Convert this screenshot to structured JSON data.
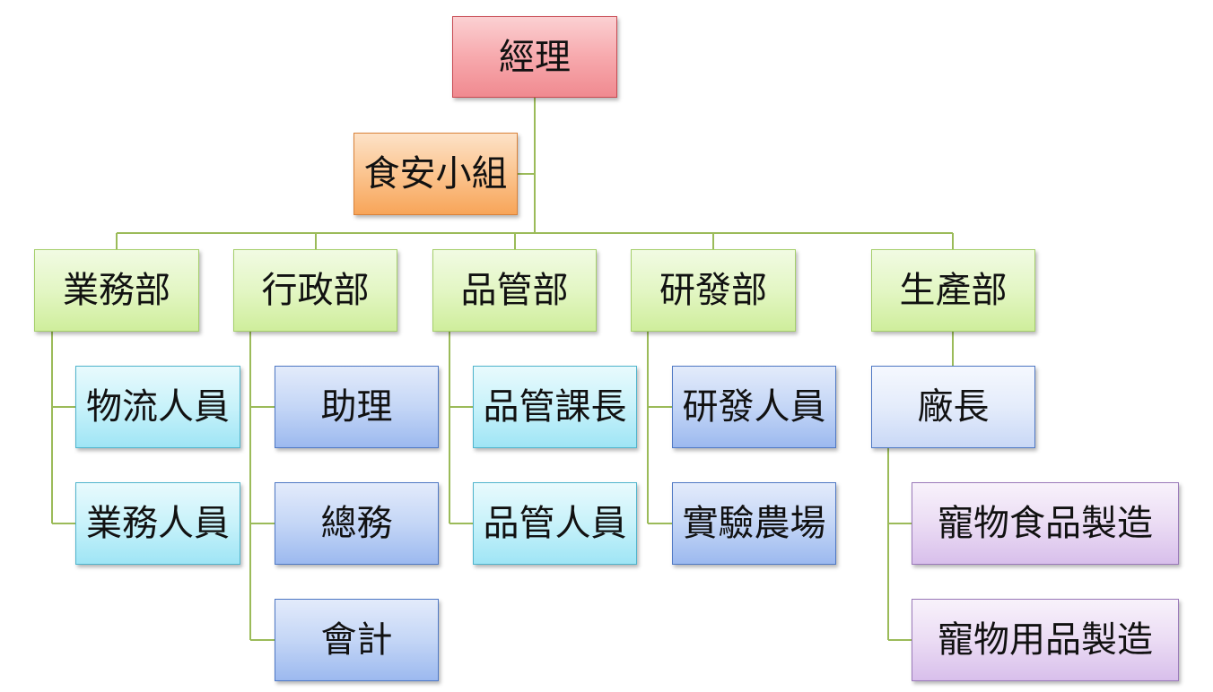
{
  "org_chart": {
    "root": {
      "label": "經理"
    },
    "assistant": {
      "label": "食安小組"
    },
    "departments": [
      {
        "label": "業務部",
        "children": [
          "物流人員",
          "業務人員"
        ]
      },
      {
        "label": "行政部",
        "children": [
          "助理",
          "總務",
          "會計"
        ]
      },
      {
        "label": "品管部",
        "children": [
          "品管課長",
          "品管人員"
        ]
      },
      {
        "label": "研發部",
        "children": [
          "研發人員",
          "實驗農場"
        ]
      },
      {
        "label": "生產部",
        "head": "廠長",
        "children": [
          "寵物食品製造",
          "寵物用品製造"
        ]
      }
    ]
  },
  "colors": {
    "connector": "#9bbb59",
    "root_fill": "#f7a9ad",
    "assistant_fill": "#fbc48f",
    "department_fill": "#e3f6c4",
    "sales_staff_fill": "#c8f2fa",
    "staff_fill": "#c4d6f6",
    "production_head_fill": "#e4ecfb",
    "production_unit_fill": "#ebdcf4"
  }
}
